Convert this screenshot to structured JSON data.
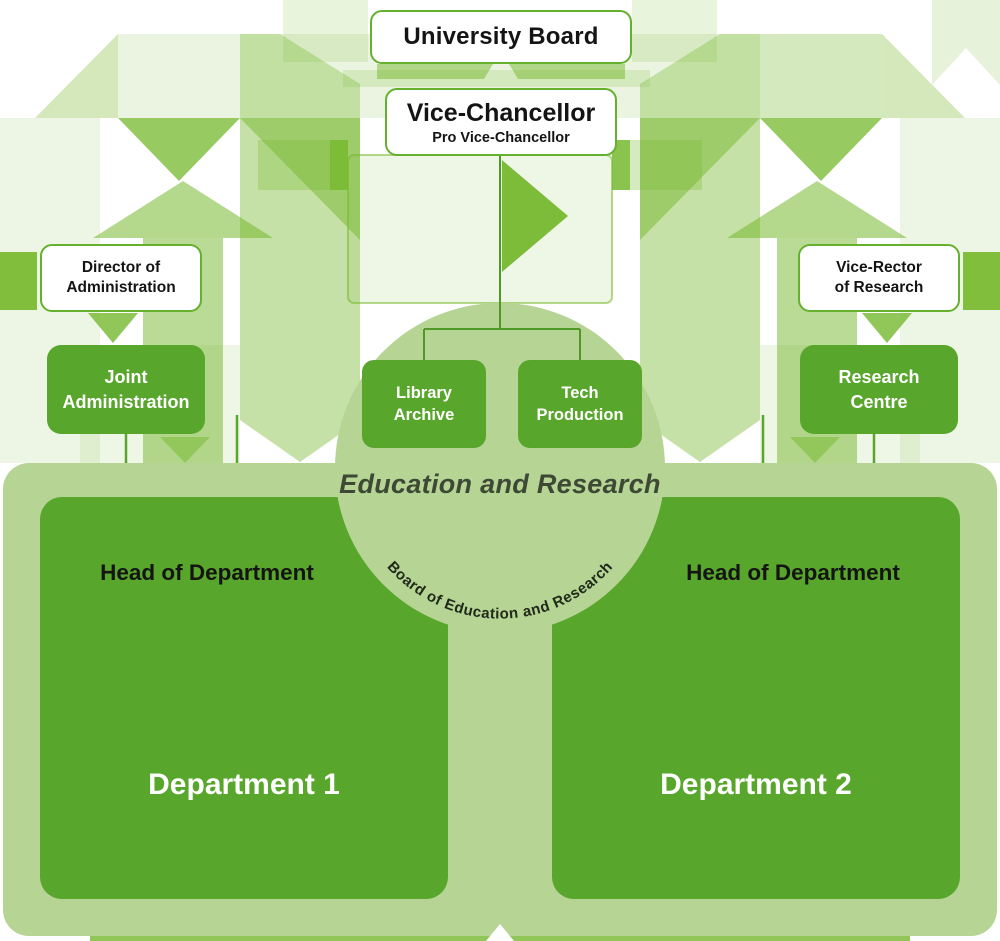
{
  "colors": {
    "box_green": "#58A62C",
    "decor_green": "#76B82E",
    "light_green": "#B6D494",
    "border_green": "#65B02C",
    "connector_green": "#4F9A26",
    "dark_text": "#141414",
    "circle_title_text": "#3D4935"
  },
  "top": {
    "university_board": "University Board",
    "vice_chancellor": "Vice-Chancellor",
    "pro_vice_chancellor": "Pro Vice-Chancellor"
  },
  "left_branch": {
    "director": {
      "line1": "Director of",
      "line2": "Administration"
    },
    "joint_admin": {
      "line1": "Joint",
      "line2": "Administration"
    }
  },
  "right_branch": {
    "vice_rector": {
      "line1": "Vice-Rector",
      "line2": "of Research"
    },
    "research_centre": {
      "line1": "Research",
      "line2": "Centre"
    }
  },
  "center": {
    "library_archive": {
      "line1": "Library",
      "line2": "Archive"
    },
    "tech_production": {
      "line1": "Tech",
      "line2": "Production"
    },
    "circle_label": "Education and Research",
    "curved_label": "Board of Education and Research"
  },
  "departments": {
    "dept1": {
      "head": "Head of Department",
      "name": "Department 1"
    },
    "dept2": {
      "head": "Head of Department",
      "name": "Department 2"
    }
  }
}
